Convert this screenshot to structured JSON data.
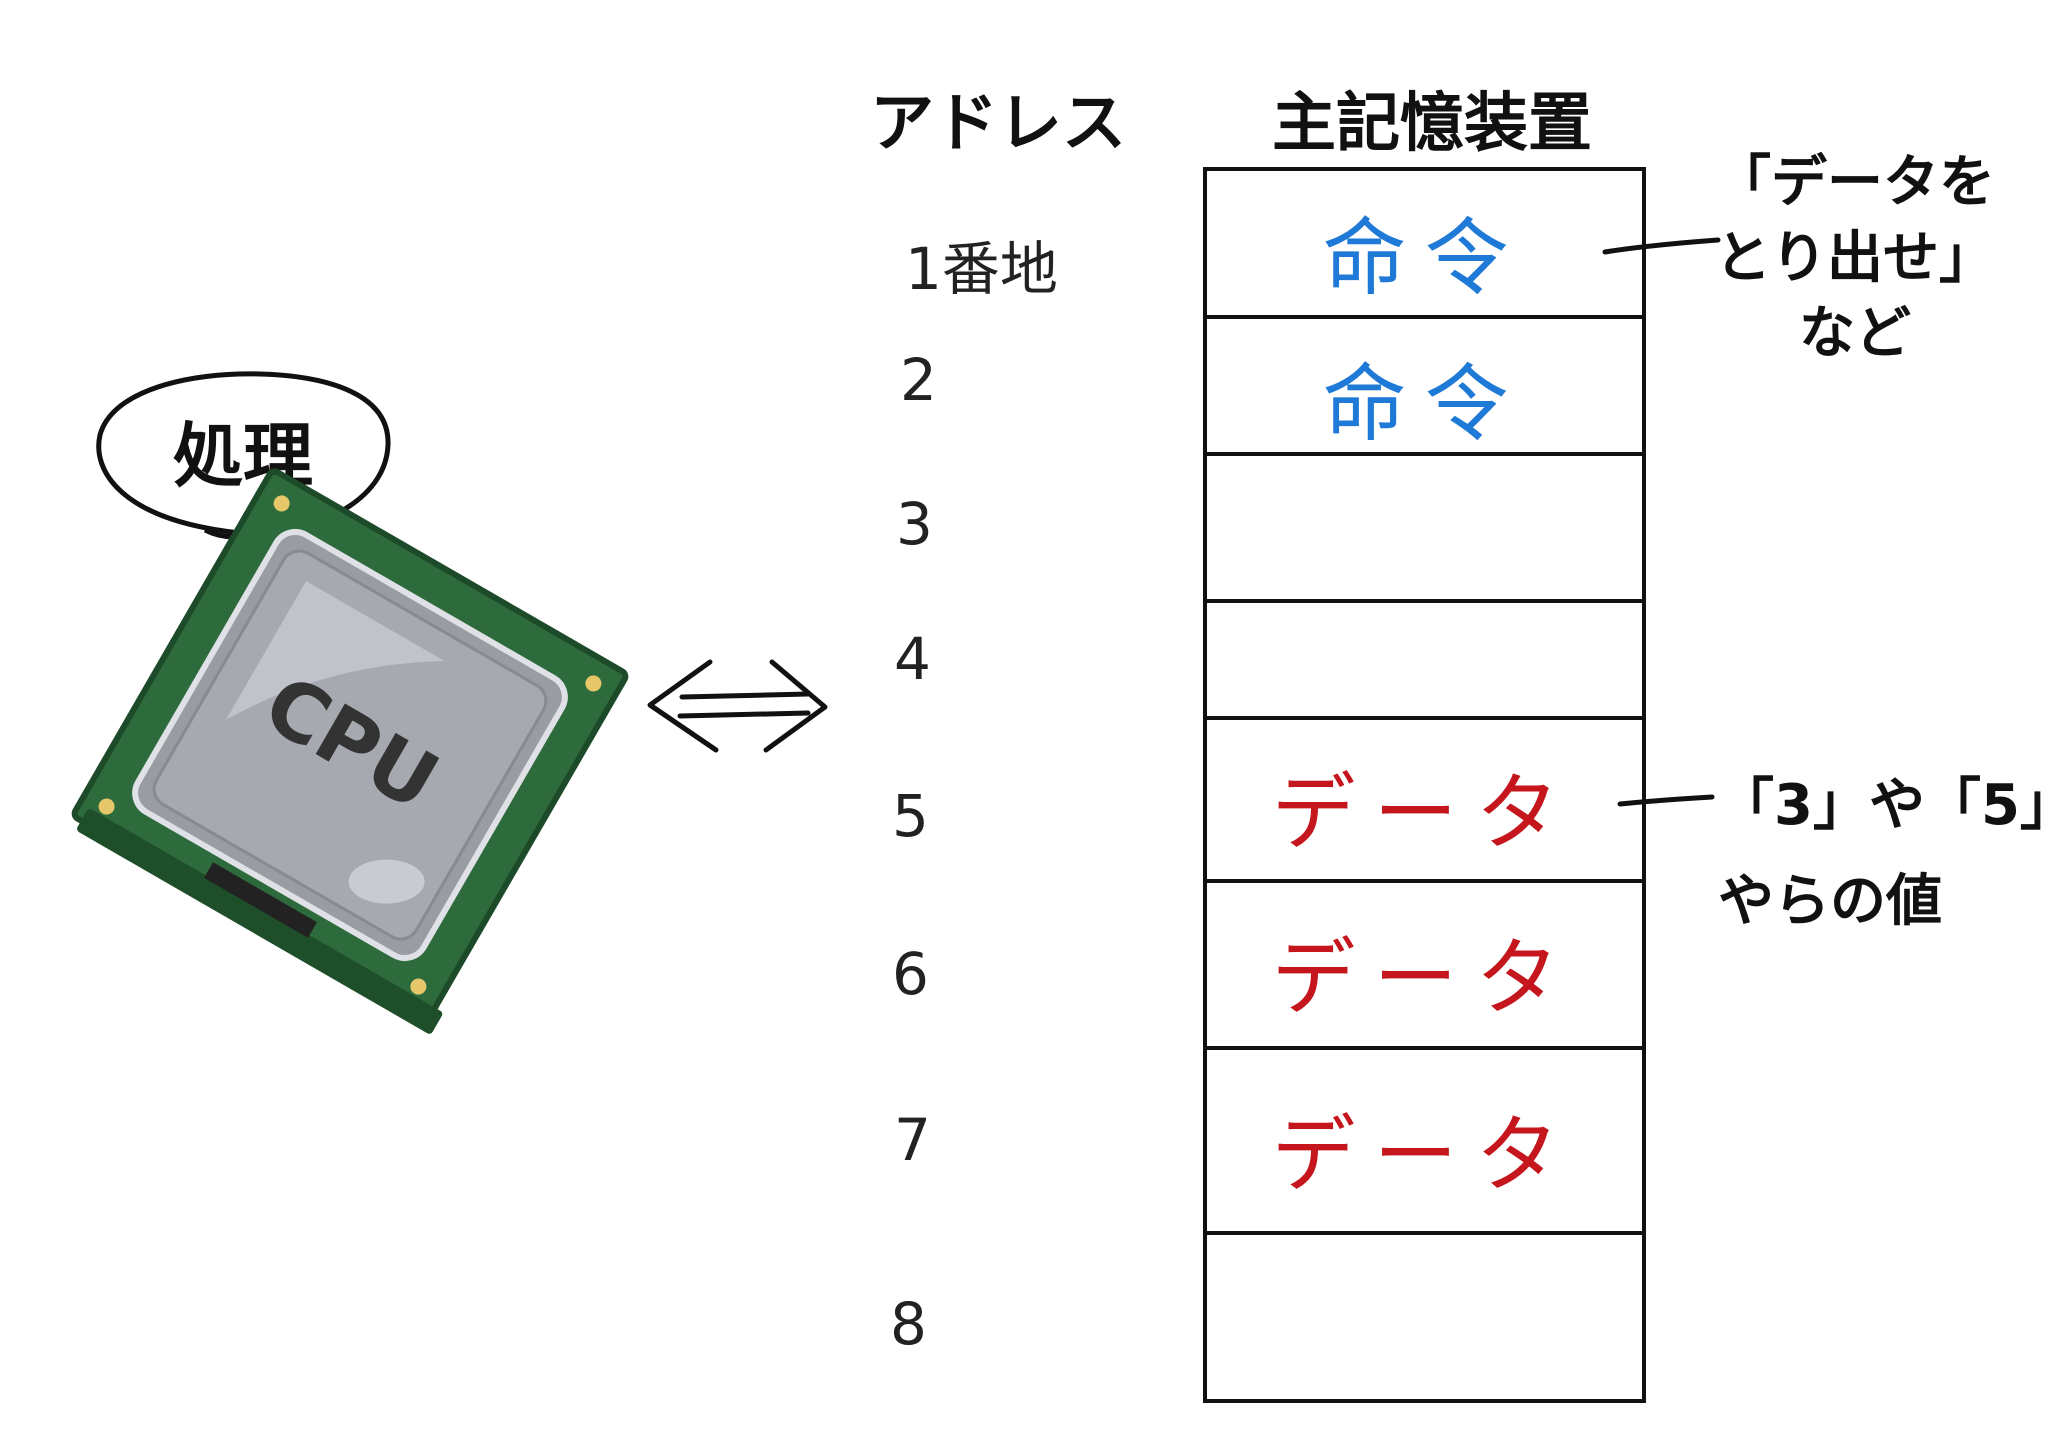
{
  "diagram": {
    "address_header": "アドレス",
    "memory_header": "主記憶装置",
    "process_label": "処理",
    "cpu_label": "CPU",
    "addresses": [
      "1番地",
      "2",
      "3",
      "4",
      "5",
      "6",
      "7",
      "8"
    ],
    "cells": [
      {
        "text": "命令",
        "kind": "instruction"
      },
      {
        "text": "命令",
        "kind": "instruction"
      },
      {
        "text": "",
        "kind": "empty"
      },
      {
        "text": "",
        "kind": "empty"
      },
      {
        "text": "データ",
        "kind": "data"
      },
      {
        "text": "データ",
        "kind": "data"
      },
      {
        "text": "データ",
        "kind": "data"
      },
      {
        "text": "",
        "kind": "empty"
      }
    ],
    "note_instruction": {
      "line1": "「データを",
      "line2": "とり出せ」",
      "line3": "など"
    },
    "note_data": {
      "line1": "「3」や「5」",
      "line2": "やらの値"
    },
    "colors": {
      "instruction": "#1e7ad6",
      "data": "#c4161c",
      "chip_board": "#2e6b3c",
      "chip_lid": "#9a9ca3",
      "ink": "#111111"
    }
  }
}
